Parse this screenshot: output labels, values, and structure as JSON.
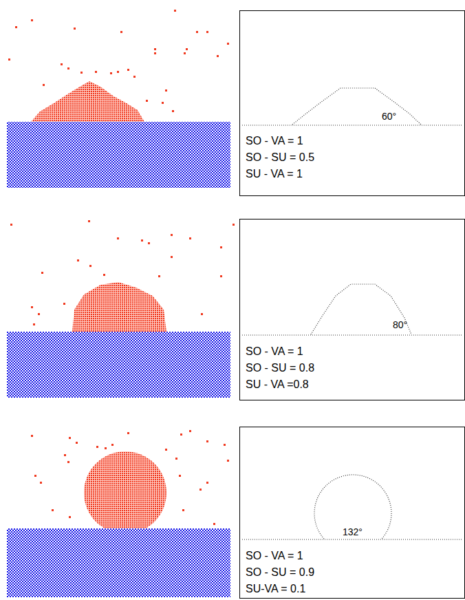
{
  "diagram": {
    "nodes": [
      {
        "text": [
          "60°",
          "SO - VA = 1",
          "SO - SU = 0.5",
          "SU - VA = 1"
        ]
      },
      {
        "text": [
          "80°",
          "SO - VA = 1",
          "SO - SU = 0.8",
          "SU - VA =0.8"
        ]
      },
      {
        "text": [
          "132°",
          "SO - VA = 1",
          "SO - SU = 0.9",
          "SU-VA = 0.1"
        ]
      }
    ]
  }
}
